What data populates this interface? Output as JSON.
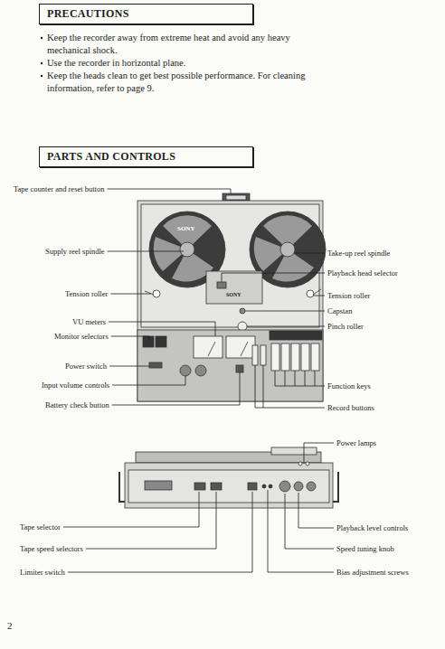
{
  "diagram": {
    "nodes": [
      {
        "text": [
          "PRECAUTIONS"
        ]
      },
      {
        "text": [
          "PARTS AND CONTROLS"
        ]
      }
    ],
    "labels": [
      "Keep the recorder away from extreme heat and avoid any heavy mechanical shock.",
      "Use the recorder in horizontal plane.",
      "Keep the heads clean to get best possible performance. For cleaning information, refer to page 9.",
      "Tape counter and reset button",
      "Supply reel spindle",
      "Tension roller",
      "VU meters",
      "Monitor selectors",
      "Power switch",
      "Input volume controls",
      "Battery check button",
      "Take-up reel spindle",
      "Playback head selector",
      "Tension roller",
      "Capstan",
      "Pinch roller",
      "Function keys",
      "Record buttons",
      "Power lamps",
      "Tape selector",
      "Tape speed selectors",
      "Limiter switch",
      "Playback level controls",
      "Speed tuning knob",
      "Bias adjustment screws",
      "SONY",
      "SONY",
      "2"
    ]
  }
}
